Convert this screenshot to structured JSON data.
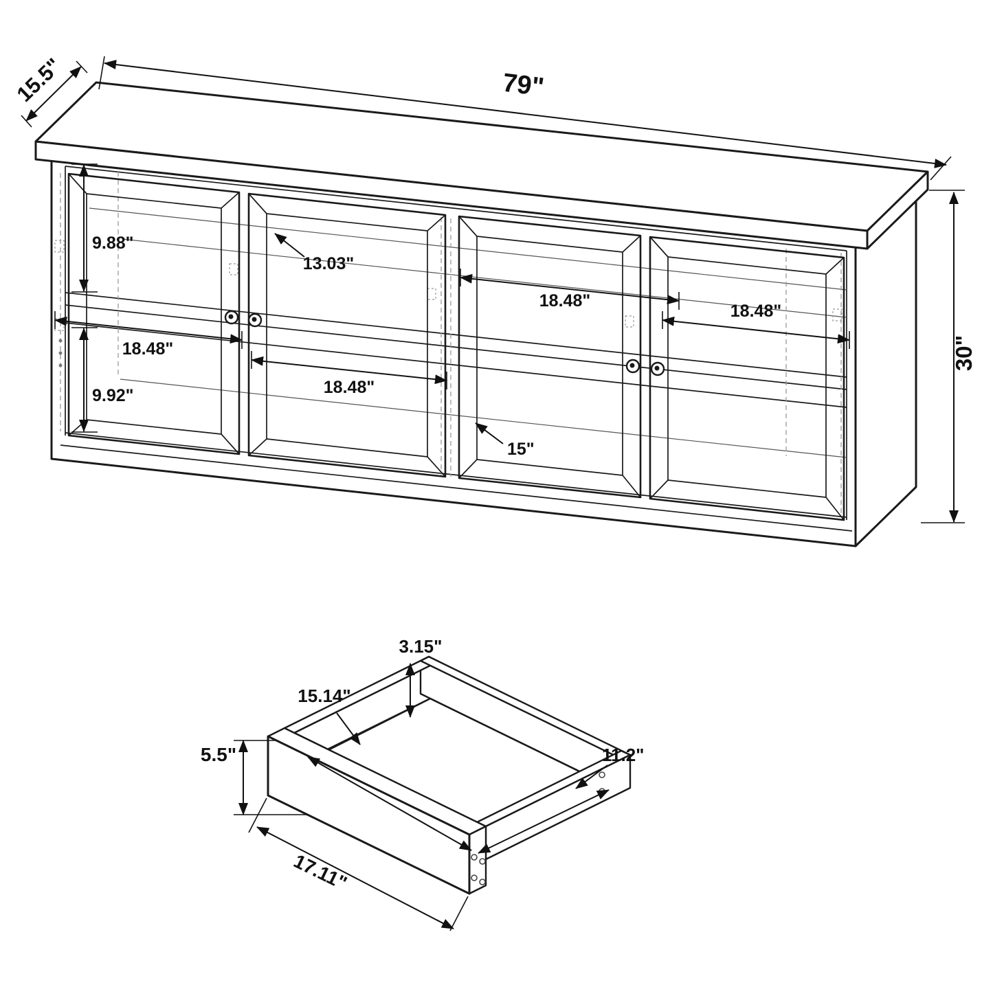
{
  "cabinet": {
    "width": "79\"",
    "depth": "15.5\"",
    "height": "30\"",
    "upper_section_height": "9.88\"",
    "shelf_depth": "13.03\"",
    "opening_width_1": "18.48\"",
    "opening_width_2": "18.48\"",
    "opening_width_3": "18.48\"",
    "opening_width_4": "18.48\"",
    "lower_section_height": "9.92\"",
    "door_width": "15\""
  },
  "drawer": {
    "side_height": "3.15\"",
    "interior_width": "15.14\"",
    "front_height": "5.5\"",
    "interior_depth": "11.2\"",
    "width": "17.11\""
  }
}
